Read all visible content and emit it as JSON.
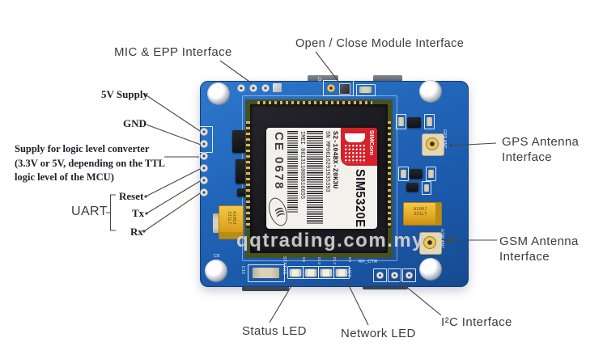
{
  "annotations": {
    "mic_epp": "MIC & EPP Interface",
    "open_close": "Open / Close Module Interface",
    "supply_5v": "5V Supply",
    "gnd": "GND",
    "logic_supply_line1": "Supply for logic level converter",
    "logic_supply_line2": "(3.3V or 5V, depending on the TTL",
    "logic_supply_line3": "logic level of the MCU)",
    "reset": "Reset",
    "uart": "UART",
    "tx": "Tx",
    "rx": "Rx",
    "gps_line1": "GPS Antenna",
    "gps_line2": "Interface",
    "gsm_line1": "GSM Antenna",
    "gsm_line2": "Interface",
    "status_led": "Status LED",
    "network_led": "Network LED",
    "i2c": "I²C Interface"
  },
  "module_label": {
    "brand": "SIMCom",
    "model": "SIM5320E",
    "part_number": "S2-104BX-Z0K3U",
    "serial": "SN MP0616291935393",
    "imei": "IMEI 861311008816655",
    "ce_mark": "CE 0678",
    "ccc_mark": "((("
  },
  "silkscreen": {
    "gps_ant": "GPS ANT",
    "gsm_ant": "GSM ANT",
    "rf_ctr": "RF_CTR",
    "status": "STATUS",
    "net": "NET",
    "c10": "C10",
    "c8": "C8",
    "j3": "J3",
    "j2": "J2",
    "led_labels": [
      "D6",
      "D10",
      "D12",
      "D4"
    ]
  },
  "components": {
    "cap_left_label": "A108J\n331LT",
    "cap_right_label": "A100J\n331LT"
  },
  "watermark": "qqtrading.com.my",
  "colors": {
    "board_blue": "#1d5cab",
    "label_red": "#d4222a",
    "label_white": "#f3f1ec",
    "callout_line": "#4a4540",
    "sans_label": "#3c3c3c",
    "serif_label": "#20202a"
  }
}
